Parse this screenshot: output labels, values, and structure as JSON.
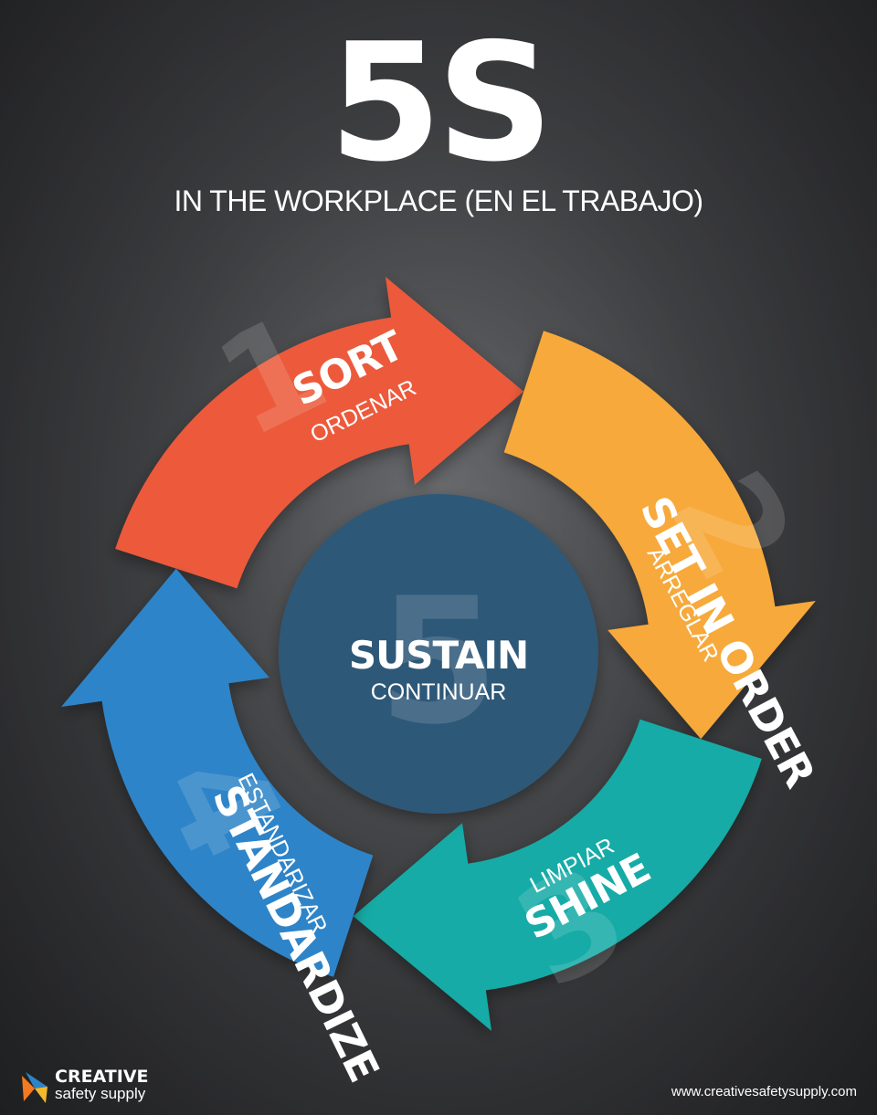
{
  "header": {
    "title": "5S",
    "subtitle": "IN THE WORKPLACE  (EN EL TRABAJO)"
  },
  "steps": [
    {
      "number": "1",
      "name": "SORT",
      "spanish": "ORDENAR",
      "color": "#ec5a3a"
    },
    {
      "number": "2",
      "name": "SET IN ORDER",
      "spanish": "ARREGLAR",
      "color": "#f7a93a"
    },
    {
      "number": "3",
      "name": "SHINE",
      "spanish": "LIMPIAR",
      "color": "#19aba6"
    },
    {
      "number": "4",
      "name": "STANDARDIZE",
      "spanish": "ESTANDARIZAR",
      "color": "#2e84c8"
    }
  ],
  "center": {
    "number": "5",
    "name": "SUSTAIN",
    "spanish": "CONTINUAR",
    "color": "#2f5878"
  },
  "footer": {
    "logo_line1": "CREATIVE",
    "logo_line2": "safety supply",
    "website": "www.creativesafetysupply.com"
  }
}
